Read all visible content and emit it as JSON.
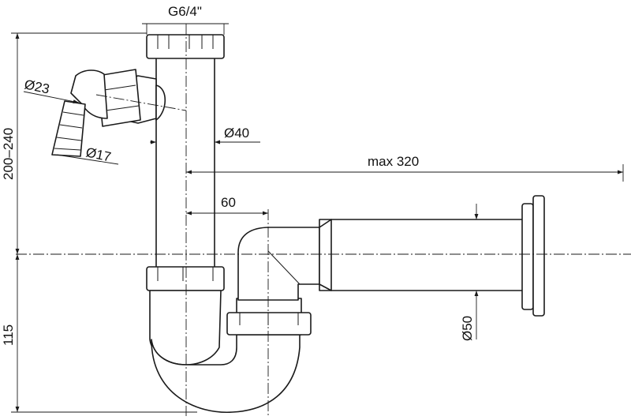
{
  "dimensions": {
    "thread": "G6/4\"",
    "inlet_diameter": "Ø23",
    "hose_diameter": "Ø17",
    "pipe_diameter": "Ø40",
    "max_length": "max 320",
    "offset": "60",
    "height_range": "200–240",
    "outlet_diameter": "Ø50",
    "bottom_height": "115"
  },
  "colors": {
    "line": "#1a1a1a",
    "background": "#ffffff"
  }
}
